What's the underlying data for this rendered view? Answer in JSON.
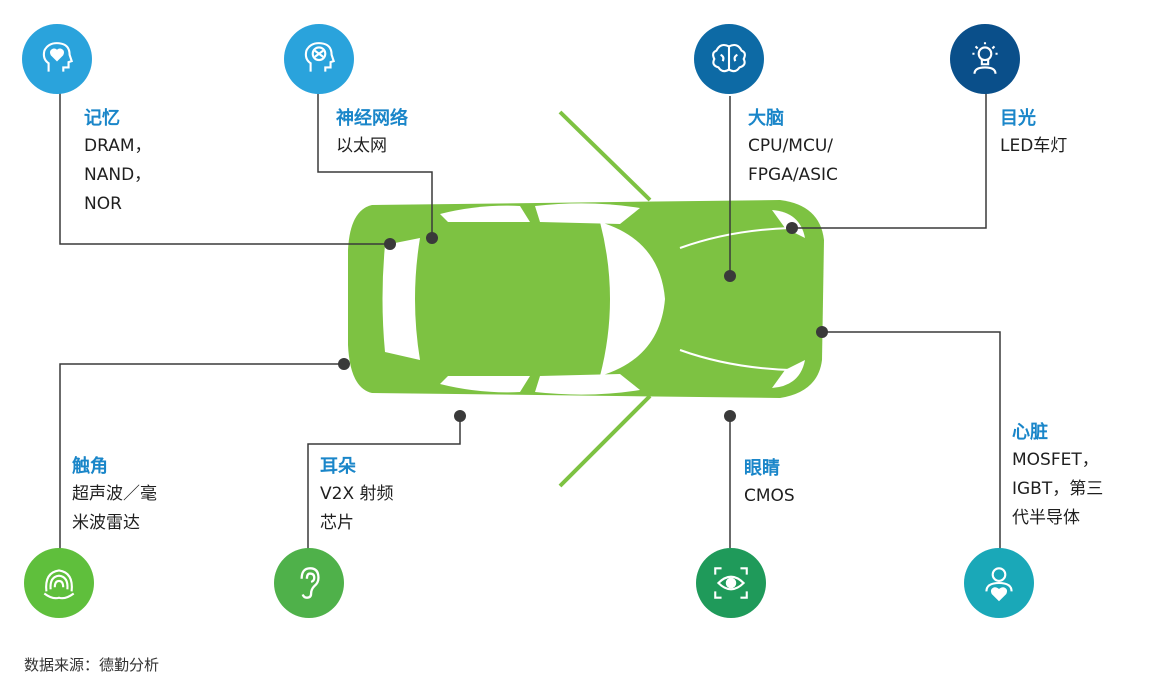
{
  "parts": {
    "memory": {
      "title": "记忆",
      "lines": [
        "DRAM，",
        "NAND，",
        "NOR"
      ],
      "icon": "head-heart-icon",
      "color": "#2aa3dc"
    },
    "neural": {
      "title": "神经网络",
      "lines": [
        "以太网"
      ],
      "icon": "head-network-icon",
      "color": "#2aa3dc"
    },
    "brain": {
      "title": "大脑",
      "lines": [
        "CPU/MCU/",
        "FPGA/ASIC"
      ],
      "icon": "brain-icon",
      "color": "#0d6aa5"
    },
    "eyesight": {
      "title": "目光",
      "lines": [
        "LED车灯"
      ],
      "icon": "lightbulb-person-icon",
      "color": "#0a4f8a"
    },
    "antenna": {
      "title": "触角",
      "lines": [
        "超声波／毫",
        "米波雷达"
      ],
      "icon": "radar-hand-icon",
      "color": "#5fbf3c"
    },
    "ear": {
      "title": "耳朵",
      "lines": [
        "V2X 射频",
        "芯片"
      ],
      "icon": "ear-icon",
      "color": "#4fb14a"
    },
    "eye": {
      "title": "眼睛",
      "lines": [
        "CMOS"
      ],
      "icon": "eye-scan-icon",
      "color": "#1f9a5a"
    },
    "heart": {
      "title": "心脏",
      "lines": [
        "MOSFET，",
        "IGBT，第三",
        "代半导体"
      ],
      "icon": "person-heart-icon",
      "color": "#1aa8b8"
    }
  },
  "source": "数据来源：德勤分析",
  "car_color": "#7dc242",
  "line_color": "#3a3a3a"
}
